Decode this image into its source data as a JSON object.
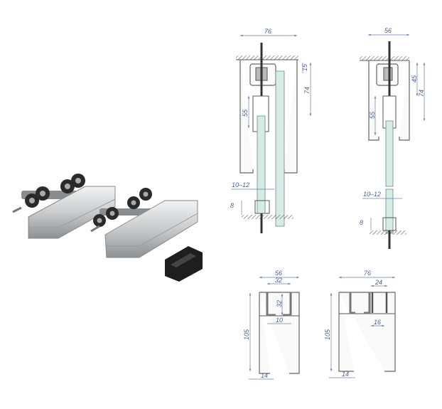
{
  "colors": {
    "dimension": "#4a5f8a",
    "glass": "#d6ece6",
    "metal": "#c9cbcd",
    "rubber": "#1e1e1e"
  },
  "drawings": {
    "double_door": {
      "width": "76",
      "top_gap": "15",
      "height_to_glass": "74",
      "clamp": "55",
      "glass_thickness": "10–12",
      "floor_guide": "8"
    },
    "single_door": {
      "width": "56",
      "top_gap": "45",
      "height_to_glass": "74",
      "clamp": "55",
      "glass_thickness": "10–12",
      "floor_guide": "8"
    },
    "single_profile": {
      "width": "56",
      "channel_width": "32",
      "channel_height": "32",
      "slot": "10",
      "height": "105",
      "lip": "14"
    },
    "double_profile": {
      "width": "76",
      "channel_width": "24",
      "slot": "16",
      "height": "105",
      "lip": "14"
    }
  }
}
